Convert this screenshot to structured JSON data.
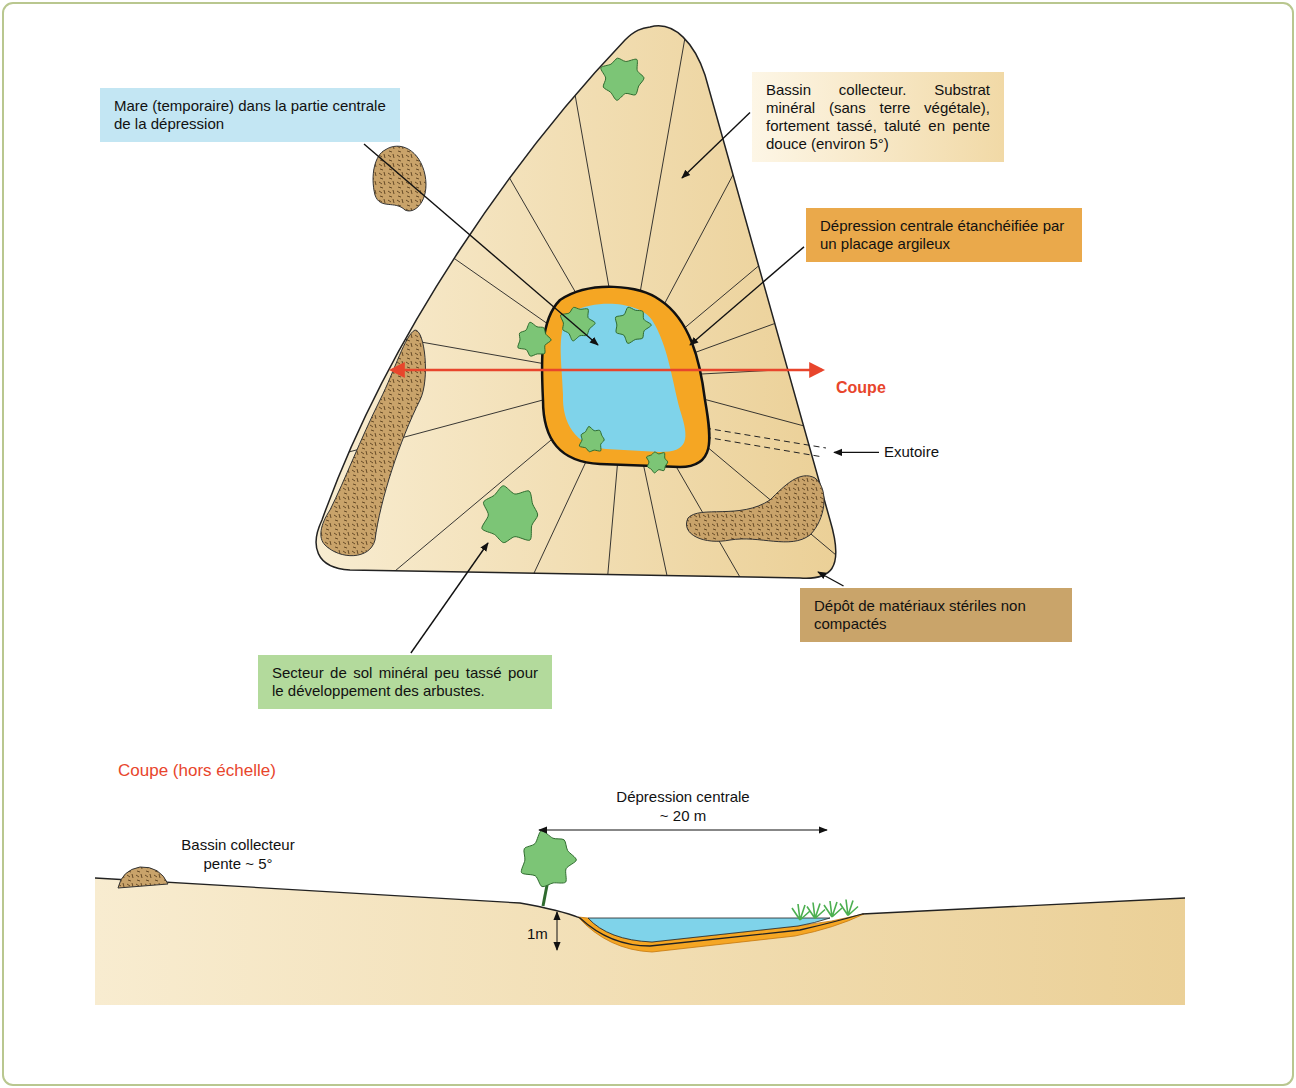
{
  "diagram": {
    "nodes": [
      {
        "text": [
          "Bassin collecteur. Substrat minéral (sans terre végétale), fortement tassé, taluté en pente douce (environ 5°)"
        ]
      },
      {
        "text": [
          "Mare (temporaire) dans la partie centrale de la dépression"
        ]
      },
      {
        "text": [
          "Dépression centrale étanchéifiée par un placage argileux"
        ]
      },
      {
        "text": [
          "Dépôt de matériaux stériles non compactés"
        ]
      },
      {
        "text": [
          "Secteur de sol minéral peu tassé pour le développement des arbustes."
        ]
      }
    ],
    "labels": [
      "Coupe",
      "Exutoire",
      "Coupe (hors échelle)",
      "Dépression centrale ~ 20 m",
      "Bassin collecteur pente ~ 5°",
      "1m"
    ]
  }
}
